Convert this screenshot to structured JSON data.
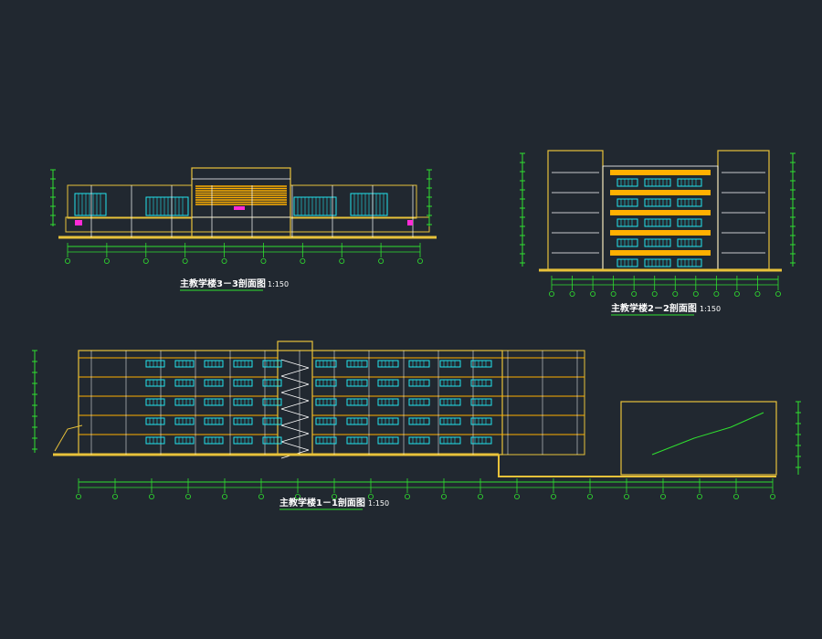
{
  "drawing": {
    "background_color": "#212830",
    "colors": {
      "structure": "#e8c23a",
      "wall": "#ffffff",
      "window": "#22e5ee",
      "dimension": "#2fe02f",
      "accent": "#ff2bd6",
      "floor_slab": "#ffb000"
    },
    "sections": [
      {
        "id": "section-3-3",
        "title": "主教学楼3－3剖面图",
        "scale": "1:150"
      },
      {
        "id": "section-2-2",
        "title": "主教学楼2－2剖面图",
        "scale": "1:150"
      },
      {
        "id": "section-1-1",
        "title": "主教学楼1－1剖面图",
        "scale": "1:150"
      }
    ]
  }
}
